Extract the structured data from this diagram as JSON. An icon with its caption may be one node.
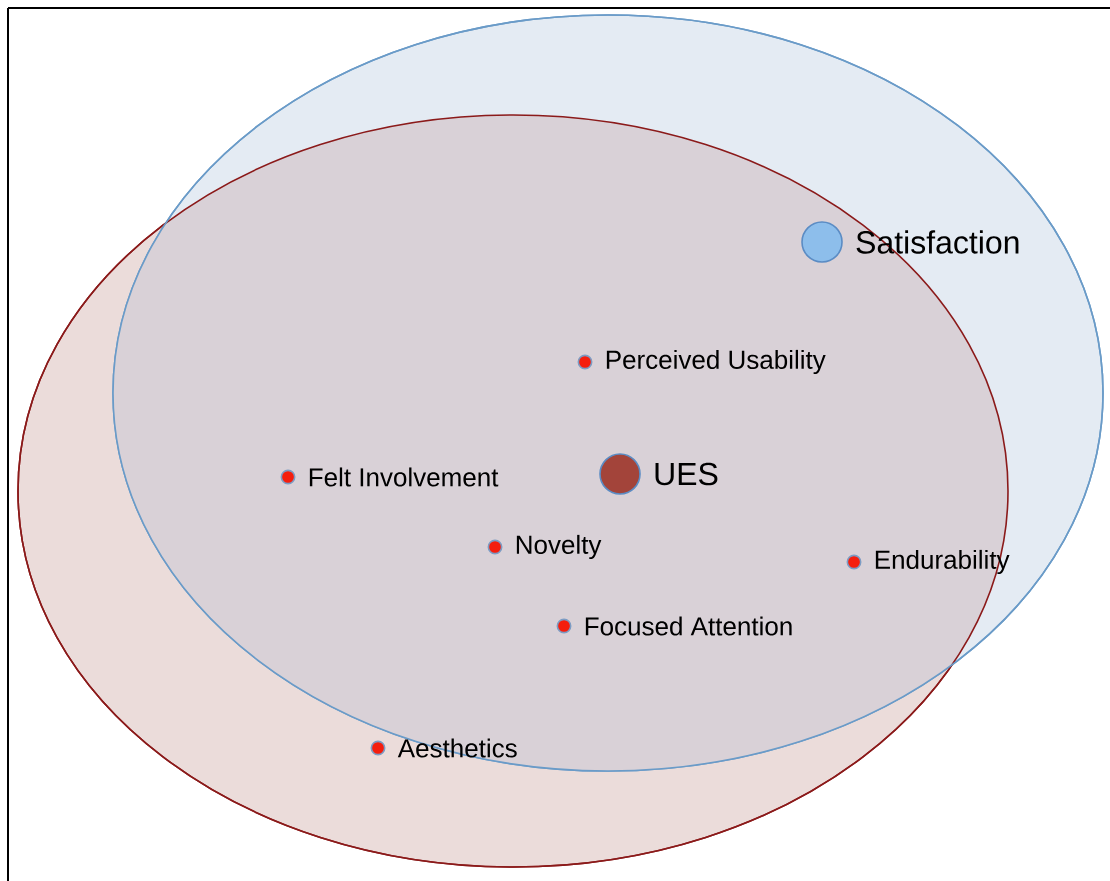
{
  "diagram": {
    "nodes": [
      {
        "text": [],
        "shape": "circle",
        "beside": [
          "Satisfaction"
        ]
      },
      {
        "text": [],
        "shape": "circle",
        "beside": [
          "Perceived Usability"
        ]
      },
      {
        "text": [],
        "shape": "circle",
        "beside": [
          "UES"
        ]
      },
      {
        "text": [],
        "shape": "circle",
        "beside": [
          "Felt Involvement"
        ]
      },
      {
        "text": [],
        "shape": "circle",
        "beside": [
          "Novelty"
        ]
      },
      {
        "text": [],
        "shape": "circle",
        "beside": [
          "Endurability"
        ]
      },
      {
        "text": [],
        "shape": "circle",
        "beside": [
          "Focused Attention"
        ]
      },
      {
        "text": [],
        "shape": "circle",
        "beside": [
          "Aesthetics"
        ]
      }
    ]
  }
}
